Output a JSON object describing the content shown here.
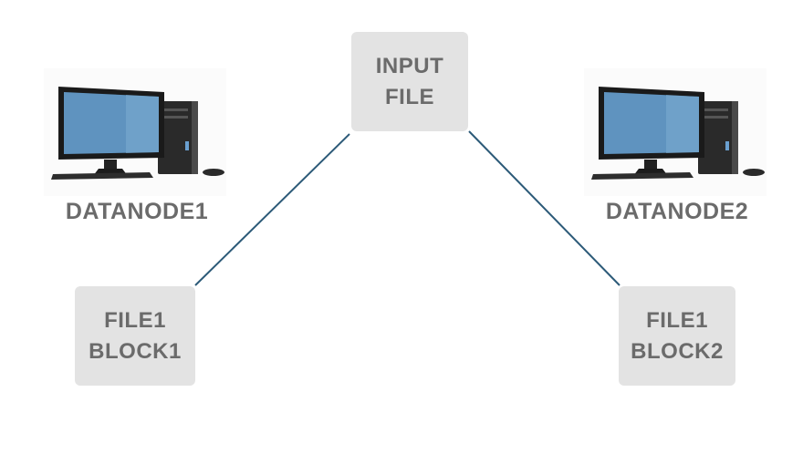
{
  "input_box": {
    "line1": "INPUT",
    "line2": "FILE"
  },
  "nodes": [
    {
      "label": "DATANODE1",
      "icon": "desktop-computer-icon"
    },
    {
      "label": "DATANODE2",
      "icon": "desktop-computer-icon"
    }
  ],
  "blocks": [
    {
      "line1": "FILE1",
      "line2": "BLOCK1"
    },
    {
      "line1": "FILE1",
      "line2": "BLOCK2"
    }
  ],
  "colors": {
    "box_fill": "#e3e3e3",
    "text": "#6b6b6b",
    "connector": "#2c5a78",
    "screen": "#5f93bf",
    "tower": "#2a2a2a"
  }
}
